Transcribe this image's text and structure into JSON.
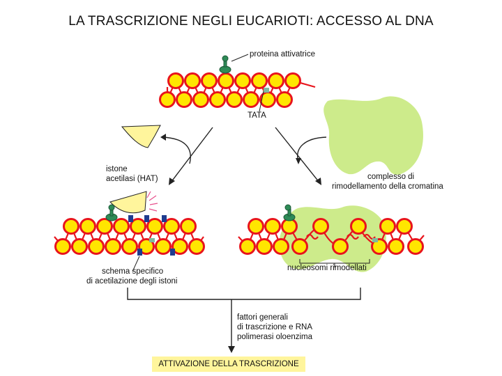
{
  "title": "LA  TRASCRIZIONE NEGLI EUCARIOTI: ACCESSO AL DNA",
  "labels": {
    "activator": "proteina attivatrice",
    "tata": "TATA",
    "hat_line1": "istone",
    "hat_line2": "acetilasi (HAT)",
    "remodel_line1": "complesso di",
    "remodel_line2": "rimodellamento della cromatina",
    "acetyl_line1": "schema specifico",
    "acetyl_line2": "di acetilazione degli istoni",
    "remodeled": "nucleosomi rimodellati",
    "factors_line1": "fattori generali",
    "factors_line2": "di trascrizione e RNA",
    "factors_line3": "polimerasi oloenzima",
    "final": "ATTIVAZIONE DELLA TRASCRIZIONE"
  },
  "colors": {
    "nucleosome_fill": "#ffe600",
    "nucleosome_ring": "#e8141c",
    "dna": "#e8141c",
    "activator": "#2e8b57",
    "remodeler": "#cdeb8b",
    "hat": "#fff59c",
    "acetyl_mark": "#1f3c8f",
    "final_box": "#fff59c"
  }
}
